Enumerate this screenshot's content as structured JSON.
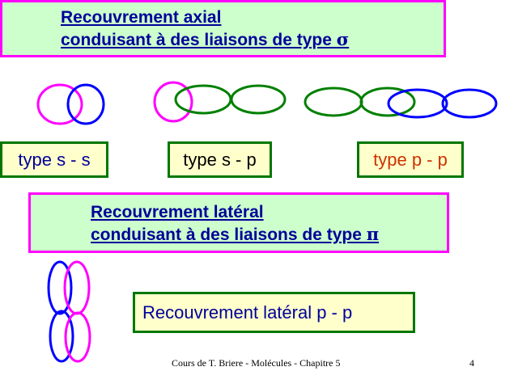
{
  "axial": {
    "line1": "Recouvrement axial",
    "line2": "conduisant à des liaisons de type ",
    "symbol": "σ"
  },
  "types": {
    "ss": "type s - s",
    "sp": "type s - p",
    "pp": "type p - p"
  },
  "lateral": {
    "line1": "Recouvrement latéral",
    "line2": "conduisant à des liaisons de type ",
    "symbol": "π"
  },
  "lateral_pp": "Recouvrement latéral p - p",
  "footer": {
    "text": "Cours de T. Briere - Molécules - Chapitre 5",
    "page": "4"
  },
  "colors": {
    "title_text": "#000099",
    "title_bg": "#ccffcc",
    "title_border": "#ff00ff",
    "label_bg": "#ffffcc",
    "label_border": "#007700",
    "pp_label": "#cc3300",
    "orbital_s": "#ff00ff",
    "orbital_blue": "#0000ff",
    "orbital_green": "#008000"
  }
}
